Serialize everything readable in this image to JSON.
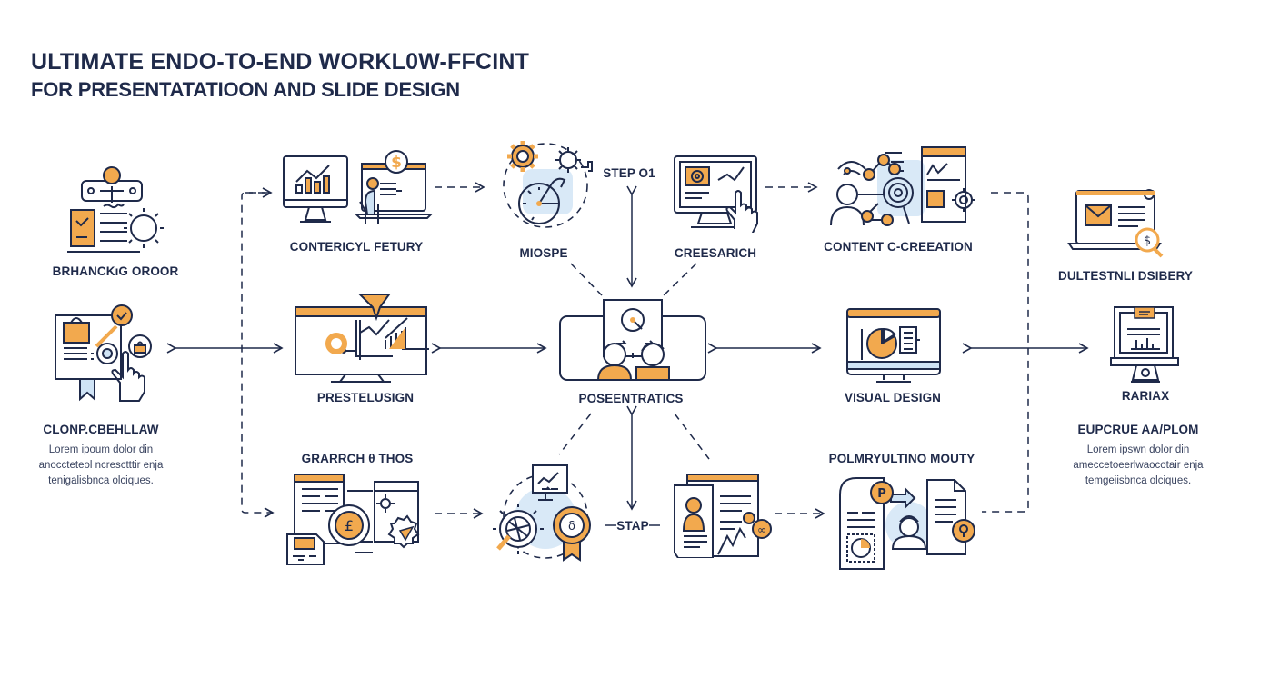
{
  "title": {
    "line1": "ULTIMATE ENDO-TO-END WORKL0W-FFCINT",
    "line2": "FOR PRESENTATATIOON AND SLIDE DESIGN"
  },
  "colors": {
    "navy": "#1f2a4a",
    "orange": "#f2a94e",
    "light_blue": "#cfe3f5"
  },
  "nodes": {
    "branching": {
      "label": "BRHANCKıG OROOR",
      "icon": "form-gear-icon"
    },
    "clone_check": {
      "label": "CLONP.CBEHLLAW",
      "icon": "document-hand-icon",
      "description": "Lorem ipoum dolor din anoccteteol ncresctttir enja tenigalisbnca olciques."
    },
    "content_feature": {
      "label": "CONTERICYL FETURY",
      "icon": "monitor-chart-icon"
    },
    "miospe": {
      "label": "MIOSPE",
      "icon": "gears-gauge-icon"
    },
    "step01": {
      "label": "STEP O1"
    },
    "research": {
      "label": "CREESARICH",
      "icon": "monitor-touch-icon"
    },
    "content_creation": {
      "label": "CONTENT C-CREEATION",
      "icon": "network-target-icon"
    },
    "delivery": {
      "label": "DULTESTNLI DSIBERY",
      "icon": "laptop-mail-icon"
    },
    "prestelusign": {
      "label": "PRESTELUSIGN",
      "icon": "monitor-analytics-icon"
    },
    "presentatics": {
      "label": "POSEENTRATICS",
      "icon": "team-presentation-icon"
    },
    "visual_design": {
      "label": "VISUAL DESIGN",
      "icon": "monitor-pie-icon"
    },
    "rariax": {
      "label": "RARIAX",
      "icon": "kiosk-chart-icon"
    },
    "eupcrue": {
      "label": "EUPCRUE AA/PLOM",
      "description": "Lorem ipswn dolor din ameccetoeerlwaocotair enja temgeiisbnca olciques."
    },
    "grarrch": {
      "label": "GRARRCH θ THOS",
      "icon": "docs-coin-badge-icon"
    },
    "stap": {
      "label": "STAP"
    },
    "gear_award": {
      "icon": "gear-award-icon"
    },
    "resume": {
      "icon": "resume-profile-icon"
    },
    "polmryultino": {
      "label": "POLMRYULTINO MOUTY",
      "icon": "document-flow-icon"
    }
  }
}
